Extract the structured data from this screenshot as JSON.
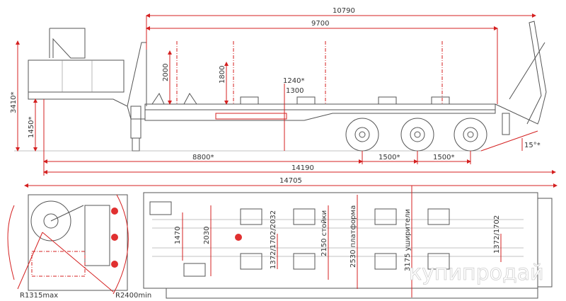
{
  "side_view": {
    "dims": {
      "overall_upper": "10790",
      "platform_length": "9700",
      "height_total": "3410*",
      "stake_height_1": "2000",
      "stake_height_2": "1800",
      "deck_height_1": "1240*",
      "deck_height_2": "1300",
      "fifth_wheel_height": "1450*",
      "kingpin_to_axle": "8800*",
      "axle_spacing_1": "1500*",
      "axle_spacing_2": "1500*",
      "ramp_angle": "15°*",
      "overall_length": "14190"
    }
  },
  "top_view": {
    "dims": {
      "overall_length": "14705",
      "width_1": "1470",
      "width_2": "2030",
      "track_1": "1372/1702/2032",
      "stakes": "2150 стойки",
      "platform": "2530 платформа",
      "extenders": "3175 уширители",
      "track_2": "1372/1702",
      "radius_max": "R1315max",
      "radius_min": "R2400min"
    }
  },
  "watermark": "купипродай",
  "colors": {
    "dimension": "#d42020",
    "line": "#555555"
  }
}
